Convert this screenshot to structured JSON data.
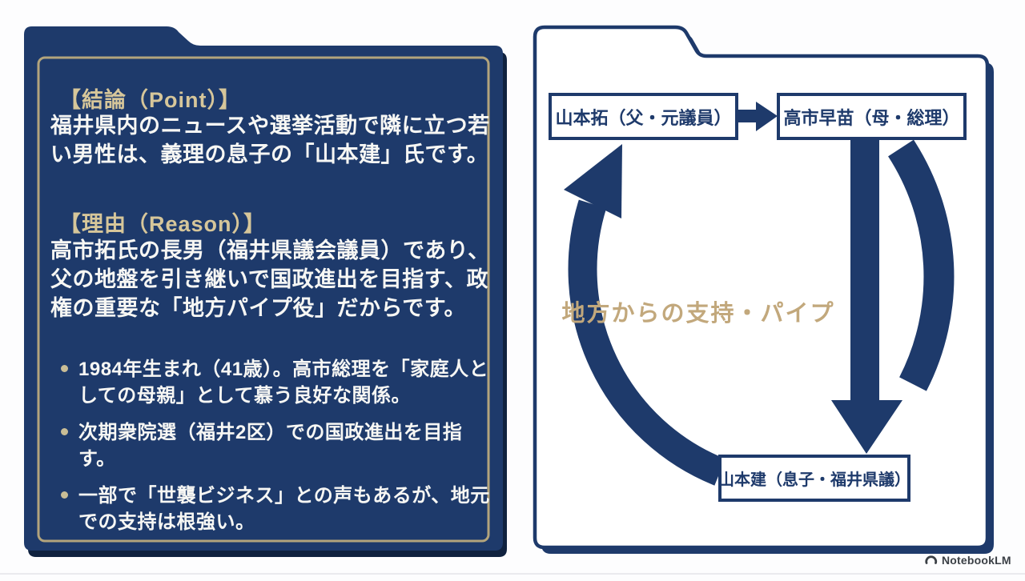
{
  "colors": {
    "navy": "#1e3a6b",
    "navy_shadow_left": "#10223f",
    "gold_border": "#b3a47c",
    "gold_heading": "#d6c69a",
    "gold_cycle_text": "#c2a87c",
    "body_text": "#f7f7f4",
    "watermark_gray": "#3a3f45"
  },
  "left_panel": {
    "point_heading": "【結論（Point）】",
    "point_body": "福井県内のニュースや選挙活動で隣に立つ若い男性は、義理の息子の「山本建」氏です。",
    "reason_heading": "【理由（Reason）】",
    "reason_body": "高市拓氏の長男（福井県議会議員）であり、父の地盤を引き継いで国政進出を目指す、政権の重要な「地方パイプ役」だからです。",
    "bullets": [
      "1984年生まれ（41歳）。高市総理を「家庭人としての母親」として慕う良好な関係。",
      "次期衆院選（福井2区）での国政進出を目指す。",
      "一部で「世襲ビジネス」との声もあるが、地元での支持は根強い。"
    ]
  },
  "diagram": {
    "node_father": "山本拓（父・元議員）",
    "node_mother": "高市早苗（母・総理）",
    "node_son": "山本建（息子・福井県議）",
    "cycle_label": "地方からの支持・パイプ"
  },
  "watermark": {
    "label": "NotebookLM"
  }
}
